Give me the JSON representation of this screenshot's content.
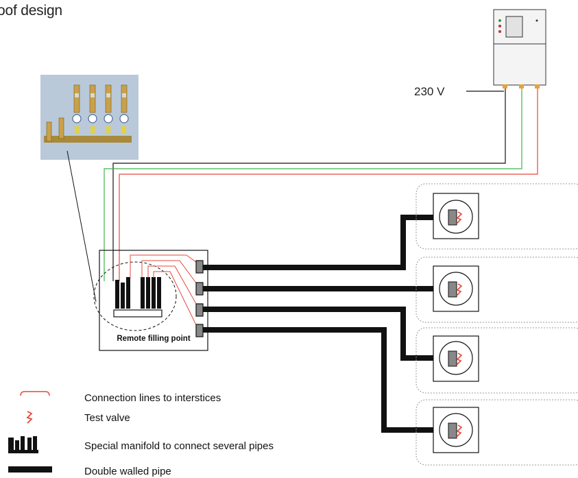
{
  "page": {
    "title": "oof design"
  },
  "controller": {
    "voltage": "230 V"
  },
  "remote_filling_point": {
    "label": "Remote filling point"
  },
  "legend": {
    "items": [
      {
        "symbol": "red-bracket-line",
        "text": "Connection lines to interstices"
      },
      {
        "symbol": "test-valve-icon",
        "text": "Test valve"
      },
      {
        "symbol": "manifold-icon",
        "text": "Special manifold to connect several pipes"
      },
      {
        "symbol": "double-walled-pipe-bar",
        "text": "Double walled pipe"
      }
    ]
  },
  "colors": {
    "red_line": "#e8463a",
    "green_line": "#3db34a",
    "black_line": "#111111",
    "photo_bg": "#b9c9da",
    "test_valve": "#e8463a"
  }
}
